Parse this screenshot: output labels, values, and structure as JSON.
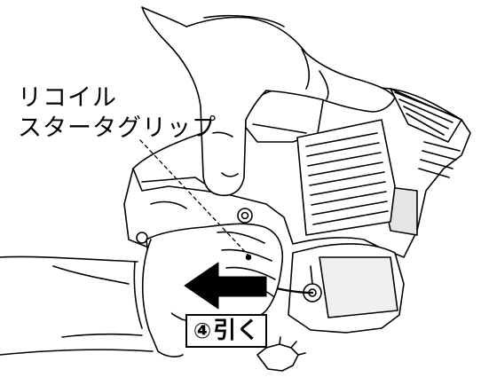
{
  "callout": {
    "line1": "リコイル",
    "line2": "スタータグリップ"
  },
  "step": {
    "number": "④",
    "text": "引く"
  },
  "figure": {
    "icons": [
      "upper-hand-icon",
      "pulling-hand-icon",
      "engine-housing-icon",
      "pull-direction-arrow-icon"
    ],
    "stroke_color": "#000000",
    "background_color": "#ffffff"
  }
}
